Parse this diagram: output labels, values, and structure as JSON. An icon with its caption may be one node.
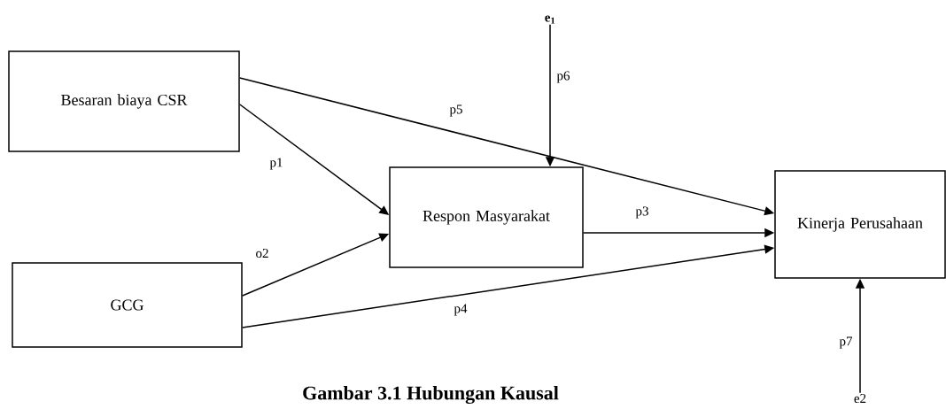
{
  "diagram": {
    "caption": "Gambar 3.1 Hubungan Kausal",
    "nodes": [
      {
        "text": [
          "Besaran biaya CSR"
        ]
      },
      {
        "text": [
          "GCG"
        ]
      },
      {
        "text": [
          "Respon Masyarakat"
        ]
      },
      {
        "text": [
          "Kinerja Perusahaan"
        ]
      },
      {
        "text": [
          "e$_{1}$"
        ]
      },
      {
        "text": [
          "e2"
        ]
      }
    ],
    "edges": [
      {
        "from": 0,
        "to": 2,
        "arrow": "to",
        "label": "p1"
      },
      {
        "from": 1,
        "to": 2,
        "arrow": "to",
        "label": "o2"
      },
      {
        "from": 0,
        "to": 3,
        "arrow": "to",
        "label": "p5"
      },
      {
        "from": 2,
        "to": 3,
        "arrow": "to",
        "label": "p3"
      },
      {
        "from": 1,
        "to": 3,
        "arrow": "to",
        "label": "p4"
      },
      {
        "from": 4,
        "to": 2,
        "arrow": "to",
        "label": "p6"
      },
      {
        "from": 5,
        "to": 3,
        "arrow": "to",
        "label": "p7"
      }
    ]
  }
}
